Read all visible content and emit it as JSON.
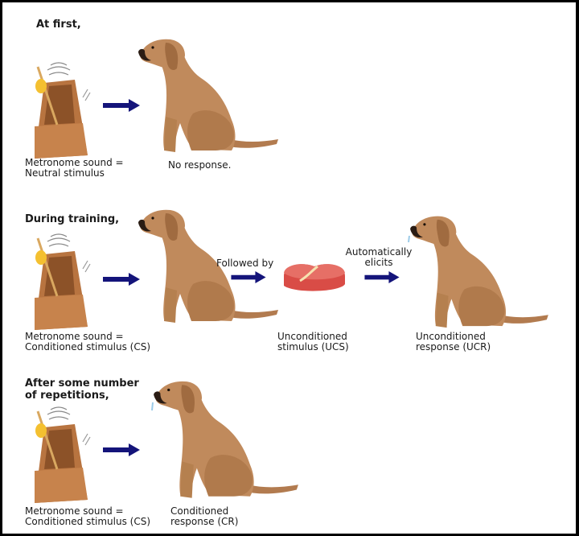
{
  "rows": [
    {
      "heading": "At first,",
      "stimulus_label_1": "Metronome sound =",
      "stimulus_label_2": "Neutral stimulus",
      "response_label": "No response."
    },
    {
      "heading": "During training,",
      "stimulus_label_1": "Metronome sound =",
      "stimulus_label_2": "Conditioned stimulus (CS)",
      "followed_by": "Followed by",
      "ucs_label_1": "Unconditioned",
      "ucs_label_2": "stimulus (UCS)",
      "elicits_1": "Automatically",
      "elicits_2": "elicits",
      "ucr_label_1": "Unconditioned",
      "ucr_label_2": "response (UCR)"
    },
    {
      "heading_1": "After some number",
      "heading_2": "of repetitions,",
      "stimulus_label_1": "Metronome sound =",
      "stimulus_label_2": "Conditioned stimulus (CS)",
      "response_label_1": "Conditioned",
      "response_label_2": "response (CR)"
    }
  ],
  "colors": {
    "arrow": "#14147a",
    "dog": "#c08a5c",
    "metronome": "#b87440",
    "meat": "#e0605a",
    "border": "#000000"
  }
}
